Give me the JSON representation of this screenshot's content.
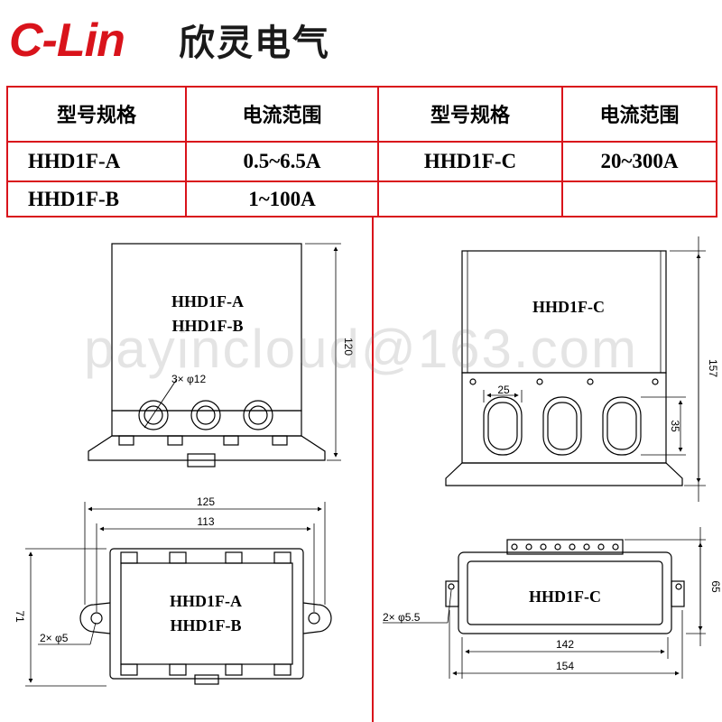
{
  "brand": {
    "logo_text": "C-Lin",
    "name_cn": "欣灵电气",
    "accent_color": "#d9131b"
  },
  "spec_table": {
    "header": {
      "model_label": "型号规格",
      "current_label": "电流范围"
    },
    "rows": [
      {
        "left_model": "HHD1F-A",
        "left_current": "0.5~6.5A",
        "right_model": "HHD1F-C",
        "right_current": "20~300A"
      },
      {
        "left_model": "HHD1F-B",
        "left_current": "1~100A",
        "right_model": "",
        "right_current": ""
      }
    ]
  },
  "drawings": {
    "ab_front": {
      "label_1": "HHD1F-A",
      "label_2": "HHD1F-B",
      "hole_note": "3× φ12",
      "height_dim": "120"
    },
    "ab_top": {
      "label_1": "HHD1F-A",
      "label_2": "HHD1F-B",
      "width_outer": "125",
      "width_inner": "113",
      "height_dim": "71",
      "mount_hole": "2× φ5"
    },
    "c_front": {
      "label": "HHD1F-C",
      "window_width": "25",
      "window_height": "35",
      "height_dim": "157"
    },
    "c_top": {
      "label": "HHD1F-C",
      "height_dim": "65",
      "mount_hole": "2× φ5.5",
      "width_inner": "142",
      "width_outer": "154"
    }
  },
  "watermark": "payincloud@163.com"
}
